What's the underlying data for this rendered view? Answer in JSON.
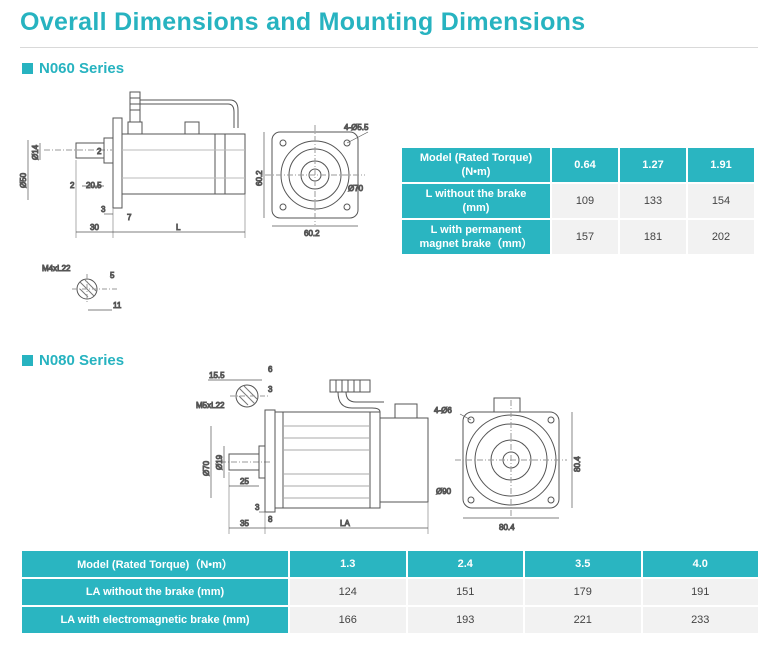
{
  "page": {
    "title": "Overall Dimensions and Mounting Dimensions"
  },
  "n060": {
    "heading": "N060 Series",
    "drawing_labels": {
      "hole": "4-Ø5.5",
      "flange_height": "60.2",
      "flange_width": "60.2",
      "pcd": "Ø70",
      "shaft_d": "Ø14",
      "spigot_d": "Ø50",
      "d_2a": "2",
      "d_2b": "2",
      "d_20_5": "20.5",
      "d_3": "3",
      "d_7": "7",
      "d_30": "30",
      "d_L": "L",
      "key": "M4xL22",
      "key_5": "5",
      "key_11": "11"
    },
    "table": {
      "header": [
        "Model (Rated Torque)\n(N•m)",
        "0.64",
        "1.27",
        "1.91"
      ],
      "rows": [
        [
          "L without the brake\n(mm)",
          "109",
          "133",
          "154"
        ],
        [
          "L with permanent\nmagnet brake（mm）",
          "157",
          "181",
          "202"
        ]
      ]
    }
  },
  "n080": {
    "heading": "N080 Series",
    "drawing_labels": {
      "key_15_5": "15.5",
      "key_6": "6",
      "key_3": "3",
      "key": "M5xL22",
      "hole": "4-Ø6",
      "flange_height": "80.4",
      "flange_width": "80.4",
      "pcd": "Ø90",
      "spigot_d": "Ø70",
      "shaft_d": "Ø19",
      "d_25": "25",
      "d_3": "3",
      "d_8": "8",
      "d_35": "35",
      "d_LA": "LA"
    },
    "table": {
      "header": [
        "Model (Rated Torque)（N•m）",
        "1.3",
        "2.4",
        "3.5",
        "4.0"
      ],
      "rows": [
        [
          "LA without the brake (mm)",
          "124",
          "151",
          "179",
          "191"
        ],
        [
          "LA with electromagnetic brake (mm)",
          "166",
          "193",
          "221",
          "233"
        ]
      ]
    }
  }
}
